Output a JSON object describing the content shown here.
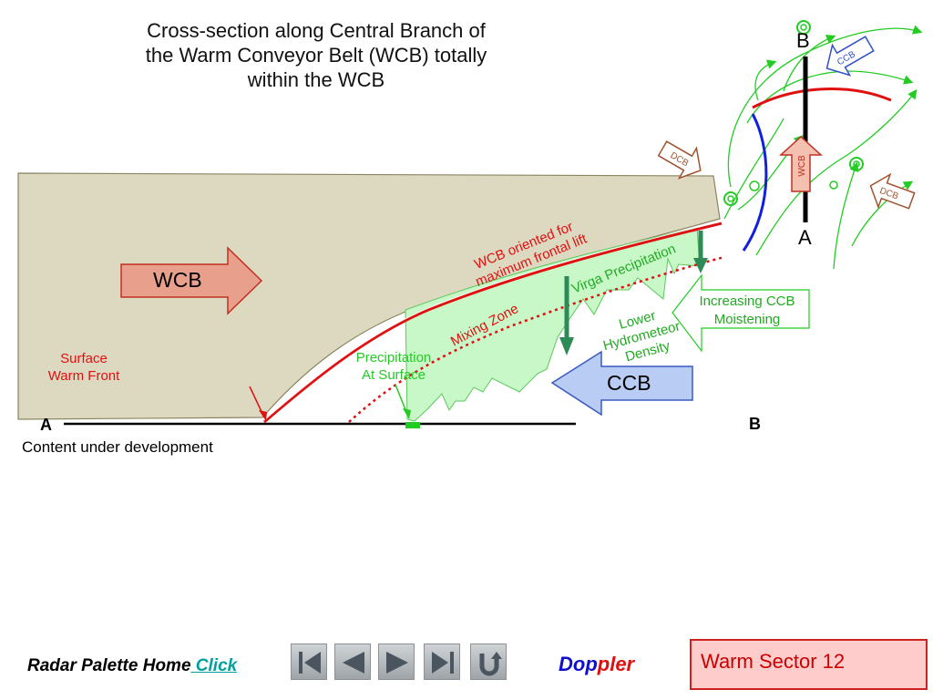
{
  "title": {
    "line1": "Cross-section along Central Branch of",
    "line2": "the Warm Conveyor Belt (WCB) totally",
    "line3": "within the WCB"
  },
  "labels": {
    "wcb_arrow": "WCB",
    "ccb_arrow": "CCB",
    "surface_warm_front_1": "Surface",
    "surface_warm_front_2": "Warm Front",
    "wcb_oriented_1": "WCB oriented for",
    "wcb_oriented_2": "maximum frontal lift",
    "virga": "Virga Precipitation",
    "mixing_zone": "Mixing Zone",
    "precip_surface_1": "Precipitation",
    "precip_surface_2": "At Surface",
    "lower_hydro_1": "Lower",
    "lower_hydro_2": "Hydrometeor",
    "lower_hydro_3": "Density",
    "increasing_ccb_1": "Increasing CCB",
    "increasing_ccb_2": "Moistening",
    "axis_a": "A",
    "axis_b": "B",
    "development_note": "Content under development"
  },
  "inset": {
    "label_b": "B",
    "label_a": "A",
    "ccb": "CCB",
    "dcb_left": "DCB",
    "dcb_right": "DCB",
    "wcb": "WCB"
  },
  "footer": {
    "home_text": "Radar Palette Home",
    "click_text": " Click",
    "doppler_part1": "Dop",
    "doppler_part2": "pler",
    "sector_label": "Warm Sector 12"
  },
  "nav_buttons": [
    "first-icon",
    "previous-icon",
    "next-icon",
    "last-icon",
    "return-icon"
  ],
  "colors": {
    "wcb_fill": "#e8a08c",
    "wcb_stroke": "#c03020",
    "ccb_fill": "#b8ccf4",
    "ccb_stroke": "#3a5ac0",
    "warm_air": "#ddd9c0",
    "precip_green": "#c8f8c8",
    "front_red": "#e01010",
    "green_label": "#22aa22",
    "dark_green_arrow": "#2e8b57"
  }
}
